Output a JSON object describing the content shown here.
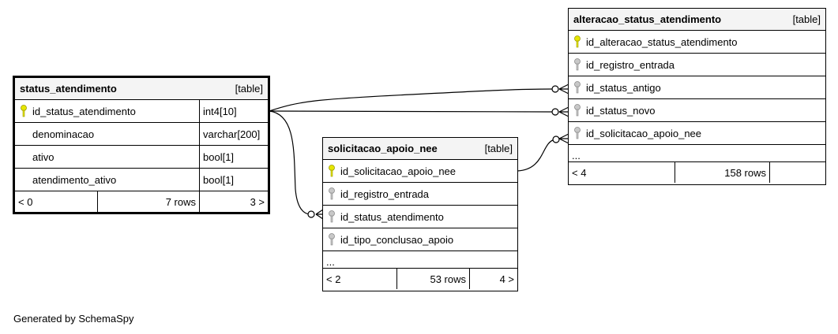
{
  "tables": {
    "status_atendimento": {
      "name": "status_atendimento",
      "kind": "[table]",
      "columns": [
        {
          "name": "id_status_atendimento",
          "type": "int4[10]",
          "key": "primary"
        },
        {
          "name": "denominacao",
          "type": "varchar[200]",
          "key": "none"
        },
        {
          "name": "ativo",
          "type": "bool[1]",
          "key": "none"
        },
        {
          "name": "atendimento_ativo",
          "type": "bool[1]",
          "key": "none"
        }
      ],
      "footer": {
        "parents": "< 0",
        "rows": "7 rows",
        "children": "3 >"
      }
    },
    "solicitacao_apoio_nee": {
      "name": "solicitacao_apoio_nee",
      "kind": "[table]",
      "columns": [
        {
          "name": "id_solicitacao_apoio_nee",
          "key": "primary"
        },
        {
          "name": "id_registro_entrada",
          "key": "foreign"
        },
        {
          "name": "id_status_atendimento",
          "key": "foreign"
        },
        {
          "name": "id_tipo_conclusao_apoio",
          "key": "foreign"
        }
      ],
      "ellipsis": "...",
      "footer": {
        "parents": "< 2",
        "rows": "53 rows",
        "children": "4 >"
      }
    },
    "alteracao_status_atendimento": {
      "name": "alteracao_status_atendimento",
      "kind": "[table]",
      "columns": [
        {
          "name": "id_alteracao_status_atendimento",
          "key": "primary"
        },
        {
          "name": "id_registro_entrada",
          "key": "foreign"
        },
        {
          "name": "id_status_antigo",
          "key": "foreign"
        },
        {
          "name": "id_status_novo",
          "key": "foreign"
        },
        {
          "name": "id_solicitacao_apoio_nee",
          "key": "foreign"
        }
      ],
      "ellipsis": "...",
      "footer": {
        "parents": "< 4",
        "rows": "158 rows",
        "children": ""
      }
    }
  },
  "generated_by": "Generated by SchemaSpy",
  "colors": {
    "primary_key": "#e6e600",
    "foreign_key": "#b0b0b0",
    "header_bg": "#f4f4f4"
  }
}
